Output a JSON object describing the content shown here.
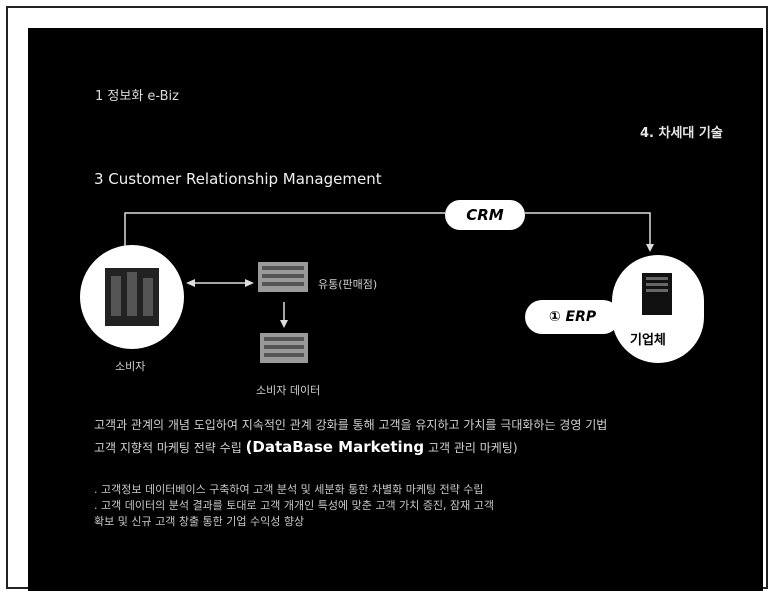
{
  "header": {
    "left": "1 정보화 e-Biz",
    "right": "4. 차세대 기술"
  },
  "section_title": "3 Customer Relationship Management",
  "diagram": {
    "crm_label": "CRM",
    "erp_label": "① ERP",
    "consumer_label": "소비자",
    "store_label": "유통(판매점)",
    "data_label": "소비자 데이터",
    "corp_label": "기업체"
  },
  "description": {
    "line1": "고객과 관계의 개념 도입하여 지속적인 관계 강화를 통해 고객을 유지하고 가치를 극대화하는 경영 기법",
    "line2_prefix": "고객 지향적 마케팅 전략 수립",
    "line2_emph": "(DataBase Marketing",
    "line2_suffix": "고객 관리 마케팅)"
  },
  "bullets": [
    ". 고객정보 데이터베이스 구축하여 고객 분석 및 세분화 통한 차별화 마케팅 전략 수립",
    ". 고객 데이터의 분석 결과를 토대로 고객 개개인 특성에 맞춘 고객 가치 증진, 잠재 고객",
    "  확보 및 신규 고객 창출 통한 기업 수익성 향상"
  ]
}
